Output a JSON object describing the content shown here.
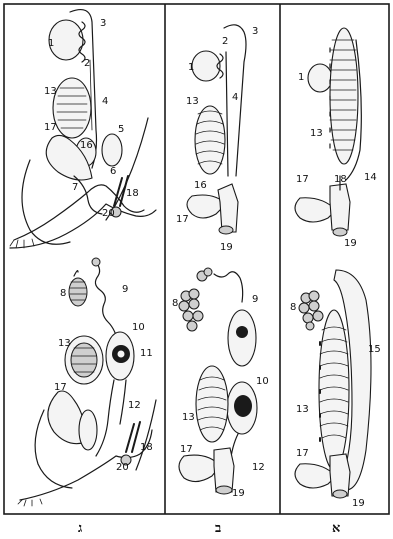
{
  "columns": [
    {
      "id": "gimel",
      "label": "ג"
    },
    {
      "id": "bet",
      "label": "ב"
    },
    {
      "id": "alef",
      "label": "א"
    }
  ],
  "labels": {
    "n1": "1",
    "n2": "2",
    "n3": "3",
    "n4": "4",
    "n5": "5",
    "n6": "6",
    "n7": "7",
    "n8": "8",
    "n9": "9",
    "n10": "10",
    "n11": "11",
    "n12": "12",
    "n13": "13",
    "n14": "14",
    "n15": "15",
    "n16": "16",
    "n17": "17",
    "n18": "18",
    "n19": "19",
    "n20": "20"
  }
}
